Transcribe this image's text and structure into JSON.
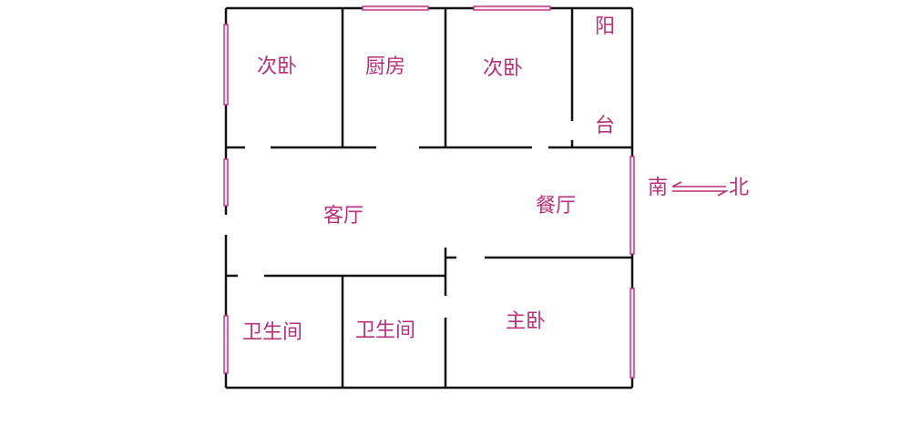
{
  "rooms": {
    "bedroom_2a": "次卧",
    "kitchen": "厨房",
    "bedroom_2b": "次卧",
    "balcony_1": "阳",
    "balcony_2": "台",
    "living_room": "客厅",
    "dining_room": "餐厅",
    "bathroom_1": "卫生间",
    "bathroom_2": "卫生间",
    "master_bedroom": "主卧"
  },
  "compass": {
    "south": "南",
    "north": "北"
  },
  "colors": {
    "wall": "#111111",
    "label": "#b8307a",
    "window": "#c0307f"
  }
}
